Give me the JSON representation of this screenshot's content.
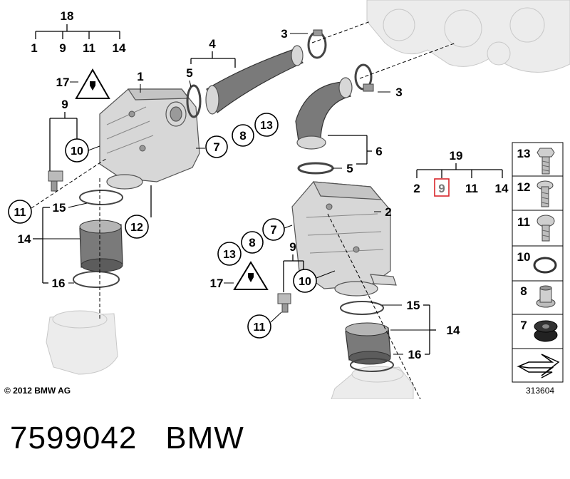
{
  "callouts": {
    "c1": "1",
    "c2": "2",
    "c3a": "3",
    "c3b": "3",
    "c4": "4",
    "c5a": "5",
    "c5b": "5",
    "c6": "6",
    "c7a": "7",
    "c7b": "7",
    "c8a": "8",
    "c8b": "8",
    "c9a": "9",
    "c9b": "9",
    "c10a": "10",
    "c10b": "10",
    "c11a": "11",
    "c11b": "11",
    "c12": "12",
    "c13a": "13",
    "c13b": "13",
    "c14a": "14",
    "c14b": "14",
    "c15a": "15",
    "c15b": "15",
    "c16a": "16",
    "c16b": "16",
    "c17a": "17",
    "c17b": "17"
  },
  "kit_18": {
    "label": "18",
    "items": [
      "1",
      "9",
      "11",
      "14"
    ]
  },
  "kit_19": {
    "label": "19",
    "items": [
      "2",
      "9",
      "11",
      "14"
    ],
    "highlighted_index": 1,
    "highlight_color": "#d9262b"
  },
  "legend": [
    "13",
    "12",
    "11",
    "10",
    "8",
    "7"
  ],
  "copyright": "© 2012 BMW AG",
  "diagram_id": "313604",
  "footer": {
    "part_number": "7599042",
    "brand": "BMW"
  }
}
